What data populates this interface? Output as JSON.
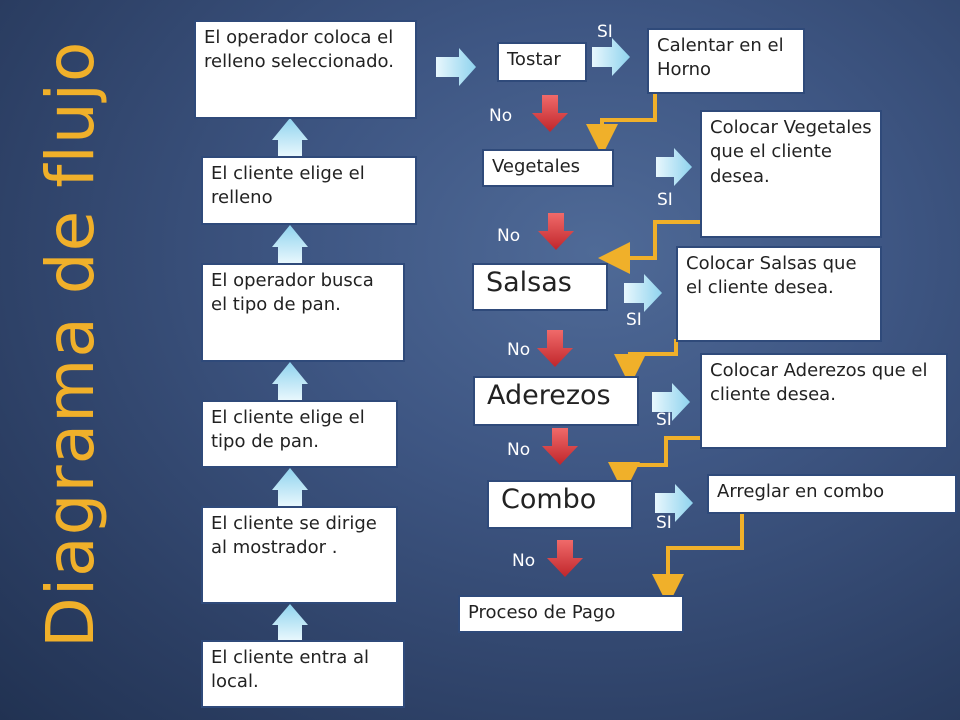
{
  "title": "Diagrama de flujo",
  "left_steps": [
    "El operador coloca el relleno seleccionado.",
    "El cliente elige el relleno",
    "El operador busca el tipo de pan.",
    "El cliente elige el tipo de pan.",
    "El cliente se dirige al mostrador .",
    "El cliente entra al local."
  ],
  "decisions": {
    "tostar": "Tostar",
    "vegetales": "Vegetales",
    "salsas": "Salsas",
    "aderezos": "Aderezos",
    "combo": "Combo"
  },
  "actions": {
    "calentar": "Calentar en el Horno",
    "vegetales": "Colocar Vegetales que el cliente desea.",
    "salsas": "Colocar Salsas que el cliente desea.",
    "aderezos": "Colocar Aderezos que el cliente desea.",
    "combo": "Arreglar en combo"
  },
  "end": "Proceso de Pago",
  "labels": {
    "si": "SI",
    "no": "No"
  },
  "colors": {
    "title": "#f0b02a",
    "up_arrow": "#9ad8f0",
    "no_arrow": "#d9363a",
    "connector": "#f0b02a"
  }
}
